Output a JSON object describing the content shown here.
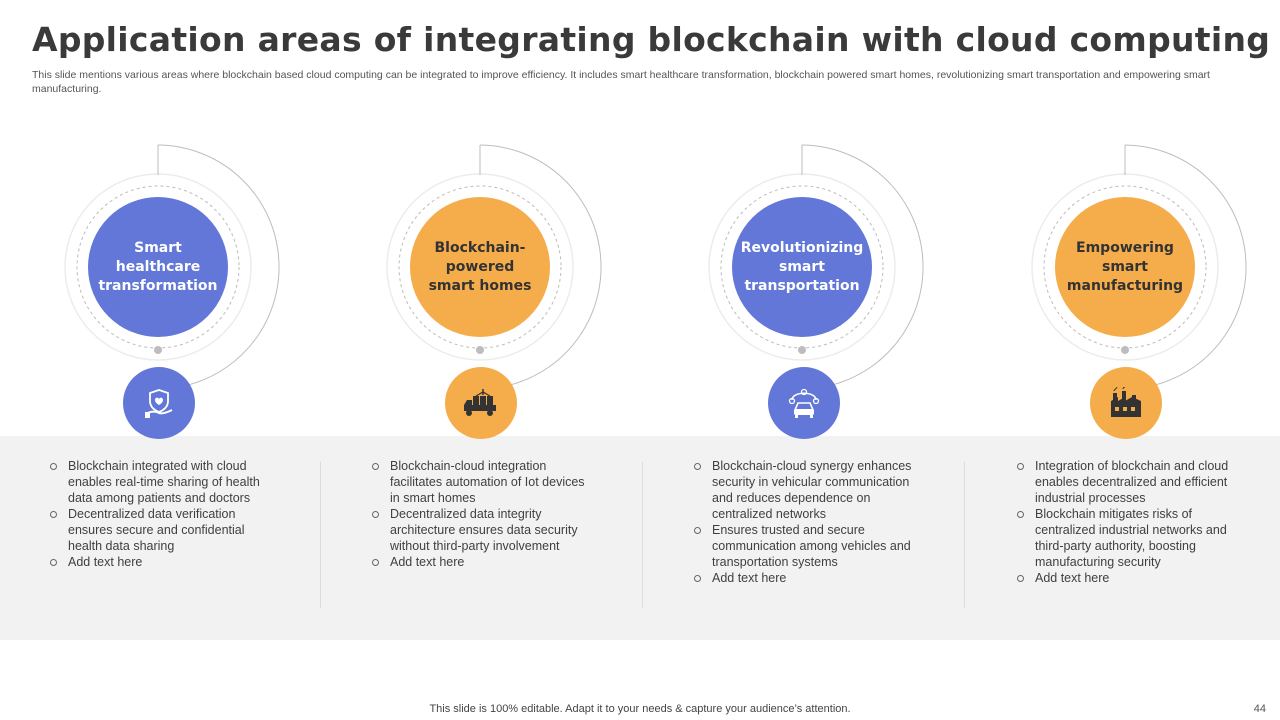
{
  "title": "Application areas of integrating blockchain with cloud computing",
  "subtitle": "This slide mentions various areas where blockchain based cloud computing can be integrated to improve efficiency. It includes smart healthcare transformation, blockchain powered smart homes, revolutionizing smart transportation and empowering smart manufacturing.",
  "colors": {
    "blue": "#6277d8",
    "orange": "#f5ad4c",
    "band": "#f2f2f2"
  },
  "areas": [
    {
      "heading_lines": [
        "Smart",
        "healthcare",
        "transformation"
      ],
      "icon": "healthcare-hand-shield-icon",
      "bullets": [
        "Blockchain integrated with cloud enables real-time sharing of health data among patients and doctors",
        "Decentralized data verification ensures secure and confidential health data sharing",
        "Add text here"
      ]
    },
    {
      "heading_lines": [
        "Blockchain-",
        "powered",
        "smart homes"
      ],
      "icon": "smart-home-delivery-truck-icon",
      "bullets": [
        "Blockchain-cloud integration facilitates automation of Iot devices in smart homes",
        "Decentralized data integrity architecture ensures data security without third-party involvement",
        "Add text here"
      ]
    },
    {
      "heading_lines": [
        "Revolutionizing",
        "smart",
        "transportation"
      ],
      "icon": "connected-car-icon",
      "bullets": [
        "Blockchain-cloud synergy enhances security in vehicular communication and reduces dependence on centralized networks",
        "Ensures trusted and secure communication among vehicles and transportation systems",
        "Add text here"
      ]
    },
    {
      "heading_lines": [
        "Empowering",
        "smart",
        "manufacturing"
      ],
      "icon": "factory-icon",
      "bullets": [
        "Integration of blockchain and cloud enables decentralized and efficient industrial processes",
        "Blockchain mitigates risks of centralized industrial networks and third-party authority, boosting manufacturing security",
        "Add text here"
      ]
    }
  ],
  "footer": "This slide is 100% editable. Adapt it to your needs & capture your audience’s attention.",
  "page_number": "44"
}
